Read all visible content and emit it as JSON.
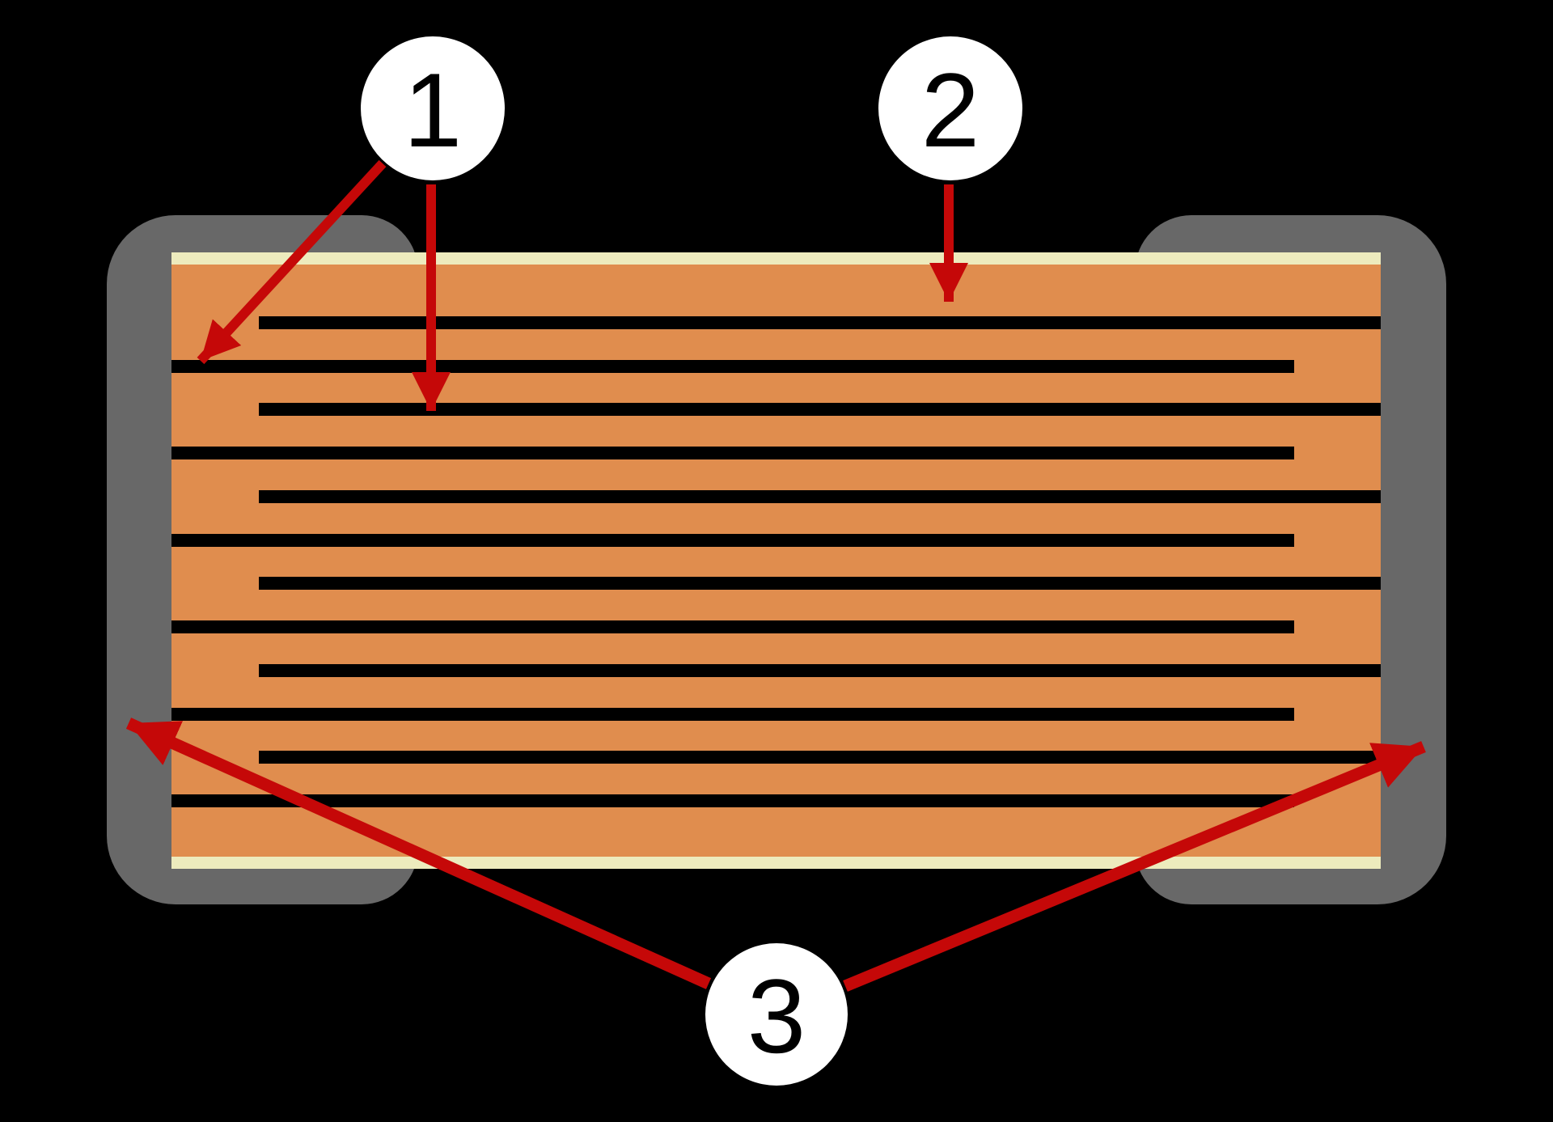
{
  "diagram": {
    "kind": "multilayer-chip-capacitor-cross-section",
    "labels": [
      {
        "id": "label-1",
        "text": "1"
      },
      {
        "id": "label-2",
        "text": "2"
      },
      {
        "id": "label-3",
        "text": "3"
      }
    ],
    "colors": {
      "background": "#000000",
      "ceramic_body": "#E08D4E",
      "cover_layer": "#EDEBBD",
      "termination": "#686868",
      "electrode": "#000000",
      "arrow": "#C50808",
      "label_circle_fill": "#FFFFFF",
      "label_text": "#000000"
    },
    "electrodes": {
      "count": 12,
      "alternating": true,
      "first_connected_side": "right"
    }
  }
}
